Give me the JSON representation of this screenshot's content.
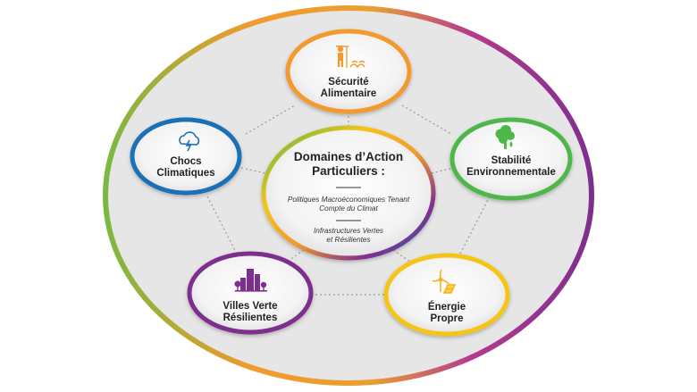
{
  "center": {
    "title_line1": "Domaines d’Action",
    "title_line2": "Particuliers :",
    "item1_line1": "Politiques Macroéconomiques Tenant",
    "item1_line2": "Compte du Climat",
    "item2_line1": "Infrastructures Vertes",
    "item2_line2": "et Résilientes"
  },
  "nodes": {
    "food": {
      "line1": "Sécurité",
      "line2": "Alimentaire",
      "color": "#F29A2E",
      "icon": "farmer-icon"
    },
    "climate": {
      "line1": "Chocs",
      "line2": "Climatiques",
      "color": "#1F6FB5",
      "icon": "storm-cloud-icon"
    },
    "environment": {
      "line1": "Stabilité",
      "line2": "Environnementale",
      "color": "#4DB848",
      "icon": "tree-icon"
    },
    "cities": {
      "line1": "Villes Verte",
      "line2": "Résilientes",
      "color": "#7E2F8E",
      "icon": "city-buildings-icon"
    },
    "energy": {
      "line1": "Énergie",
      "line2": "Propre",
      "color": "#F5C518",
      "icon": "wind-solar-icon"
    }
  }
}
